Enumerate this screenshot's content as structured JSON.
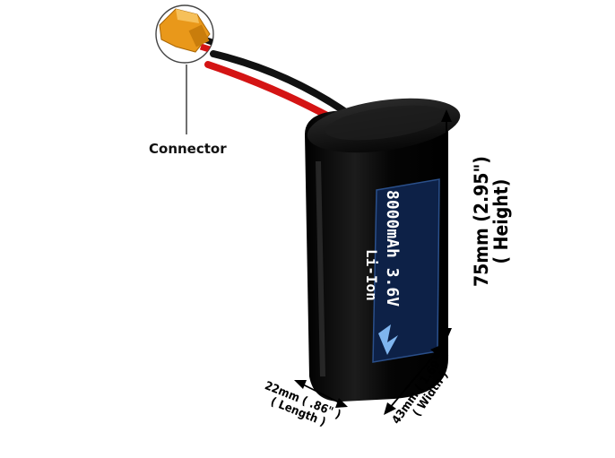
{
  "callout": {
    "label": "Connector"
  },
  "dimensions": {
    "height_line1": "75mm (2.95\")",
    "height_line2": "( Height)",
    "width_line1": "43mm ( 1.69\" )",
    "width_line2": "( Width )",
    "length_line1": "22mm ( .86\" )",
    "length_line2": "( Length )"
  },
  "battery_label": {
    "chemistry": "Li-Ion",
    "spec": "8000mAh 3.6V"
  },
  "colors": {
    "battery_body": "#0b0b0b",
    "label_bg": "#0d2147",
    "connector": "#f0a020",
    "wire_red": "#d41414",
    "wire_black": "#111111"
  },
  "icons": [
    "xt60-connector-icon",
    "brand-logo-icon"
  ]
}
